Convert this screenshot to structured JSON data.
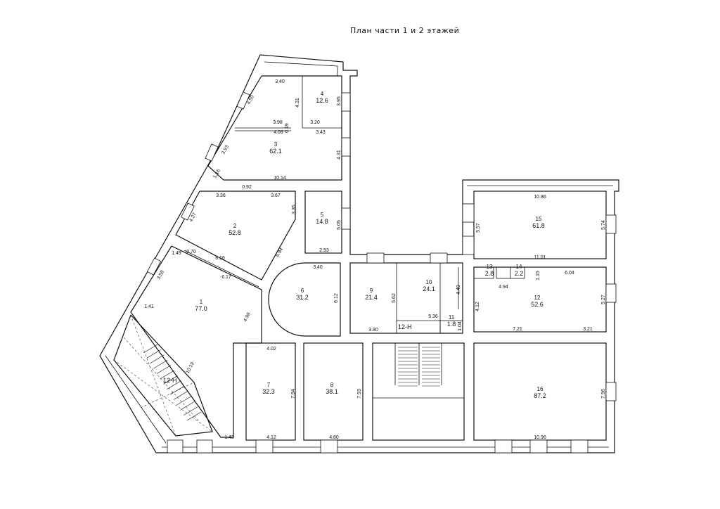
{
  "title": "План части 1 и 2 этажей",
  "rooms": [
    {
      "id": "r1",
      "num": "1",
      "area": "77.0"
    },
    {
      "id": "r2",
      "num": "2",
      "area": "52.8"
    },
    {
      "id": "r3",
      "num": "3",
      "area": "62.1"
    },
    {
      "id": "r4",
      "num": "4",
      "area": "12.6"
    },
    {
      "id": "r5",
      "num": "5",
      "area": "14.8"
    },
    {
      "id": "r6",
      "num": "6",
      "area": "31.2"
    },
    {
      "id": "r7",
      "num": "7",
      "area": "32.3"
    },
    {
      "id": "r8",
      "num": "8",
      "area": "38.1"
    },
    {
      "id": "r9",
      "num": "9",
      "area": "21.4"
    },
    {
      "id": "r10",
      "num": "10",
      "area": "24.1"
    },
    {
      "id": "r11",
      "num": "11",
      "area": "1.8"
    },
    {
      "id": "r12",
      "num": "12",
      "area": "52.6"
    },
    {
      "id": "r13",
      "num": "13",
      "area": "2.8"
    },
    {
      "id": "r14",
      "num": "14",
      "area": "2.2"
    },
    {
      "id": "r15",
      "num": "15",
      "area": "61.8"
    },
    {
      "id": "r16",
      "num": "16",
      "area": "87.2"
    }
  ],
  "labels": {
    "stair_left": "12-Н",
    "stair_mid": "12-Н"
  },
  "dimensions": [
    "3.40",
    "4.50",
    "4.31",
    "3.95",
    "3.98",
    "0.19",
    "4.09",
    "3.20",
    "3.43",
    "3.93",
    "4.31",
    "1.16",
    "10.14",
    "0.92",
    "3.36",
    "3.67",
    "4.27",
    "3.35",
    "5.05",
    "2.93",
    "1.49",
    "0.70",
    "8.16",
    "3.58",
    "6.17",
    "6.94",
    "3.40",
    "1.41",
    "4.98",
    "6.12",
    "5.62",
    "4.49",
    "5.36",
    "3.80",
    "1.04",
    "10.19",
    "4.02",
    "7.94",
    "7.93",
    "4.12",
    "4.80",
    "1.43",
    "10.86",
    "5.57",
    "5.74",
    "11.01",
    "1.15",
    "6.04",
    "4.94",
    "4.12",
    "5.27",
    "7.21",
    "3.21",
    "7.96",
    "10.96"
  ]
}
